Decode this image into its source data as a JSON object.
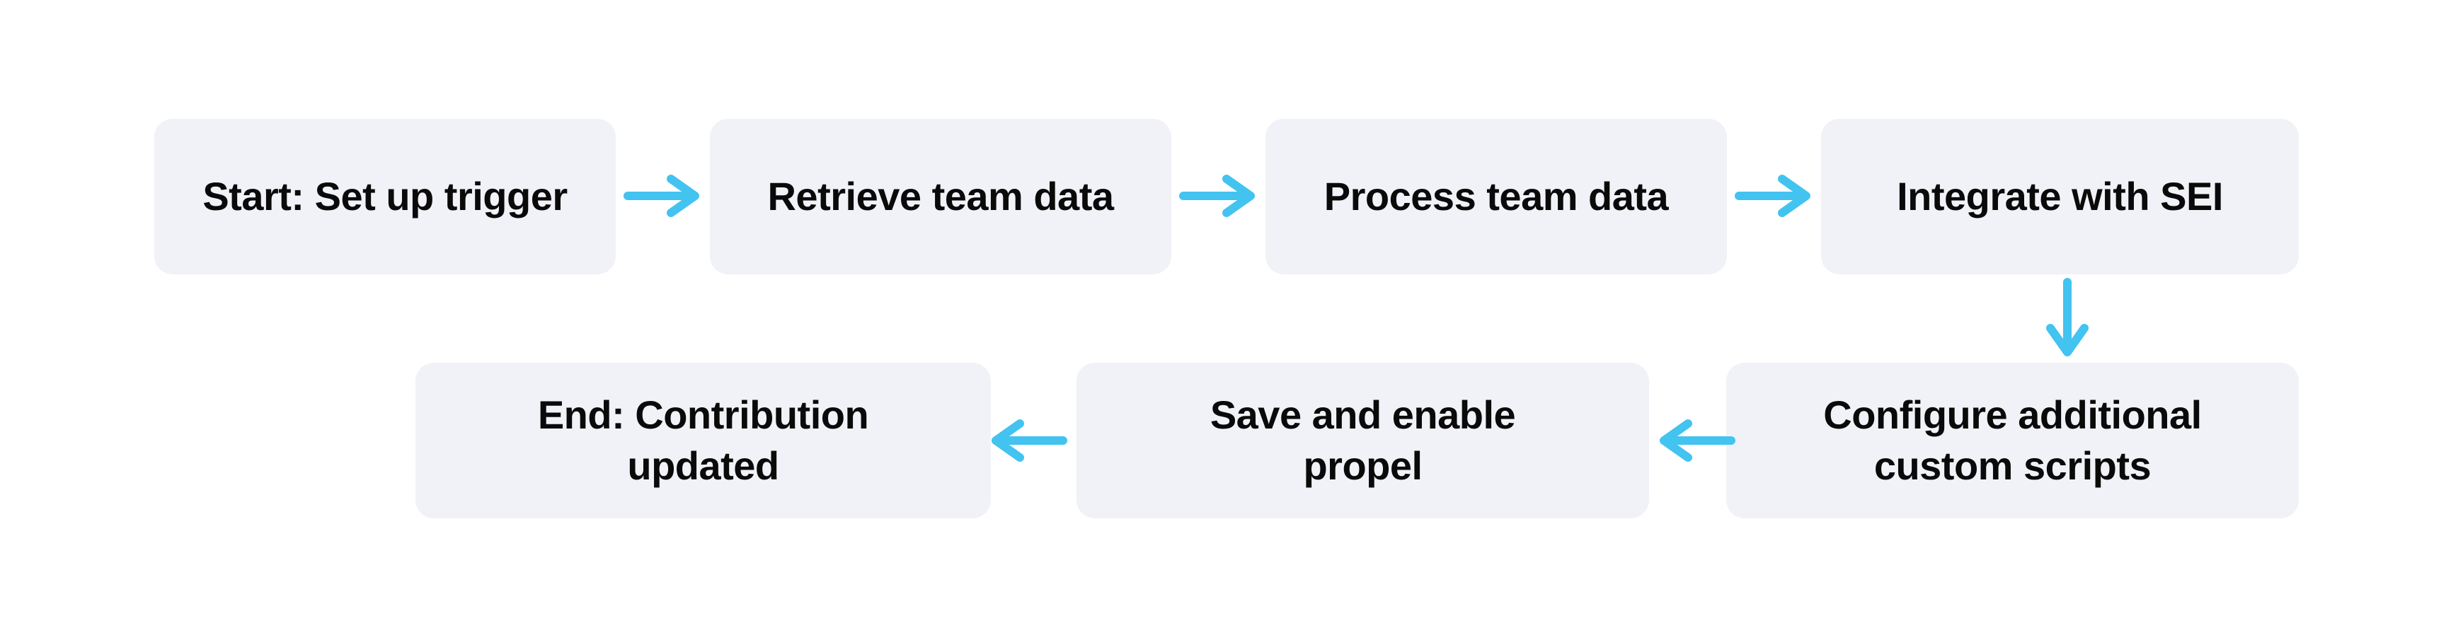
{
  "diagram": {
    "type": "flowchart",
    "colors": {
      "background": "#FFFFFF",
      "node_fill": "#F1F2F7",
      "node_text": "#0A0A0A",
      "arrow": "#43C3F0"
    },
    "nodes": [
      {
        "id": "start",
        "label": "Start: Set up trigger"
      },
      {
        "id": "retrieve",
        "label": "Retrieve team data"
      },
      {
        "id": "process",
        "label": "Process team data"
      },
      {
        "id": "integrate",
        "label": "Integrate with SEI"
      },
      {
        "id": "configure",
        "label": "Configure additional\ncustom scripts"
      },
      {
        "id": "save",
        "label": "Save and enable\npropel"
      },
      {
        "id": "end",
        "label": "End: Contribution\nupdated"
      }
    ],
    "edges": [
      {
        "from": "start",
        "to": "retrieve",
        "direction": "right"
      },
      {
        "from": "retrieve",
        "to": "process",
        "direction": "right"
      },
      {
        "from": "process",
        "to": "integrate",
        "direction": "right"
      },
      {
        "from": "integrate",
        "to": "configure",
        "direction": "down"
      },
      {
        "from": "configure",
        "to": "save",
        "direction": "left"
      },
      {
        "from": "save",
        "to": "end",
        "direction": "left"
      }
    ]
  }
}
